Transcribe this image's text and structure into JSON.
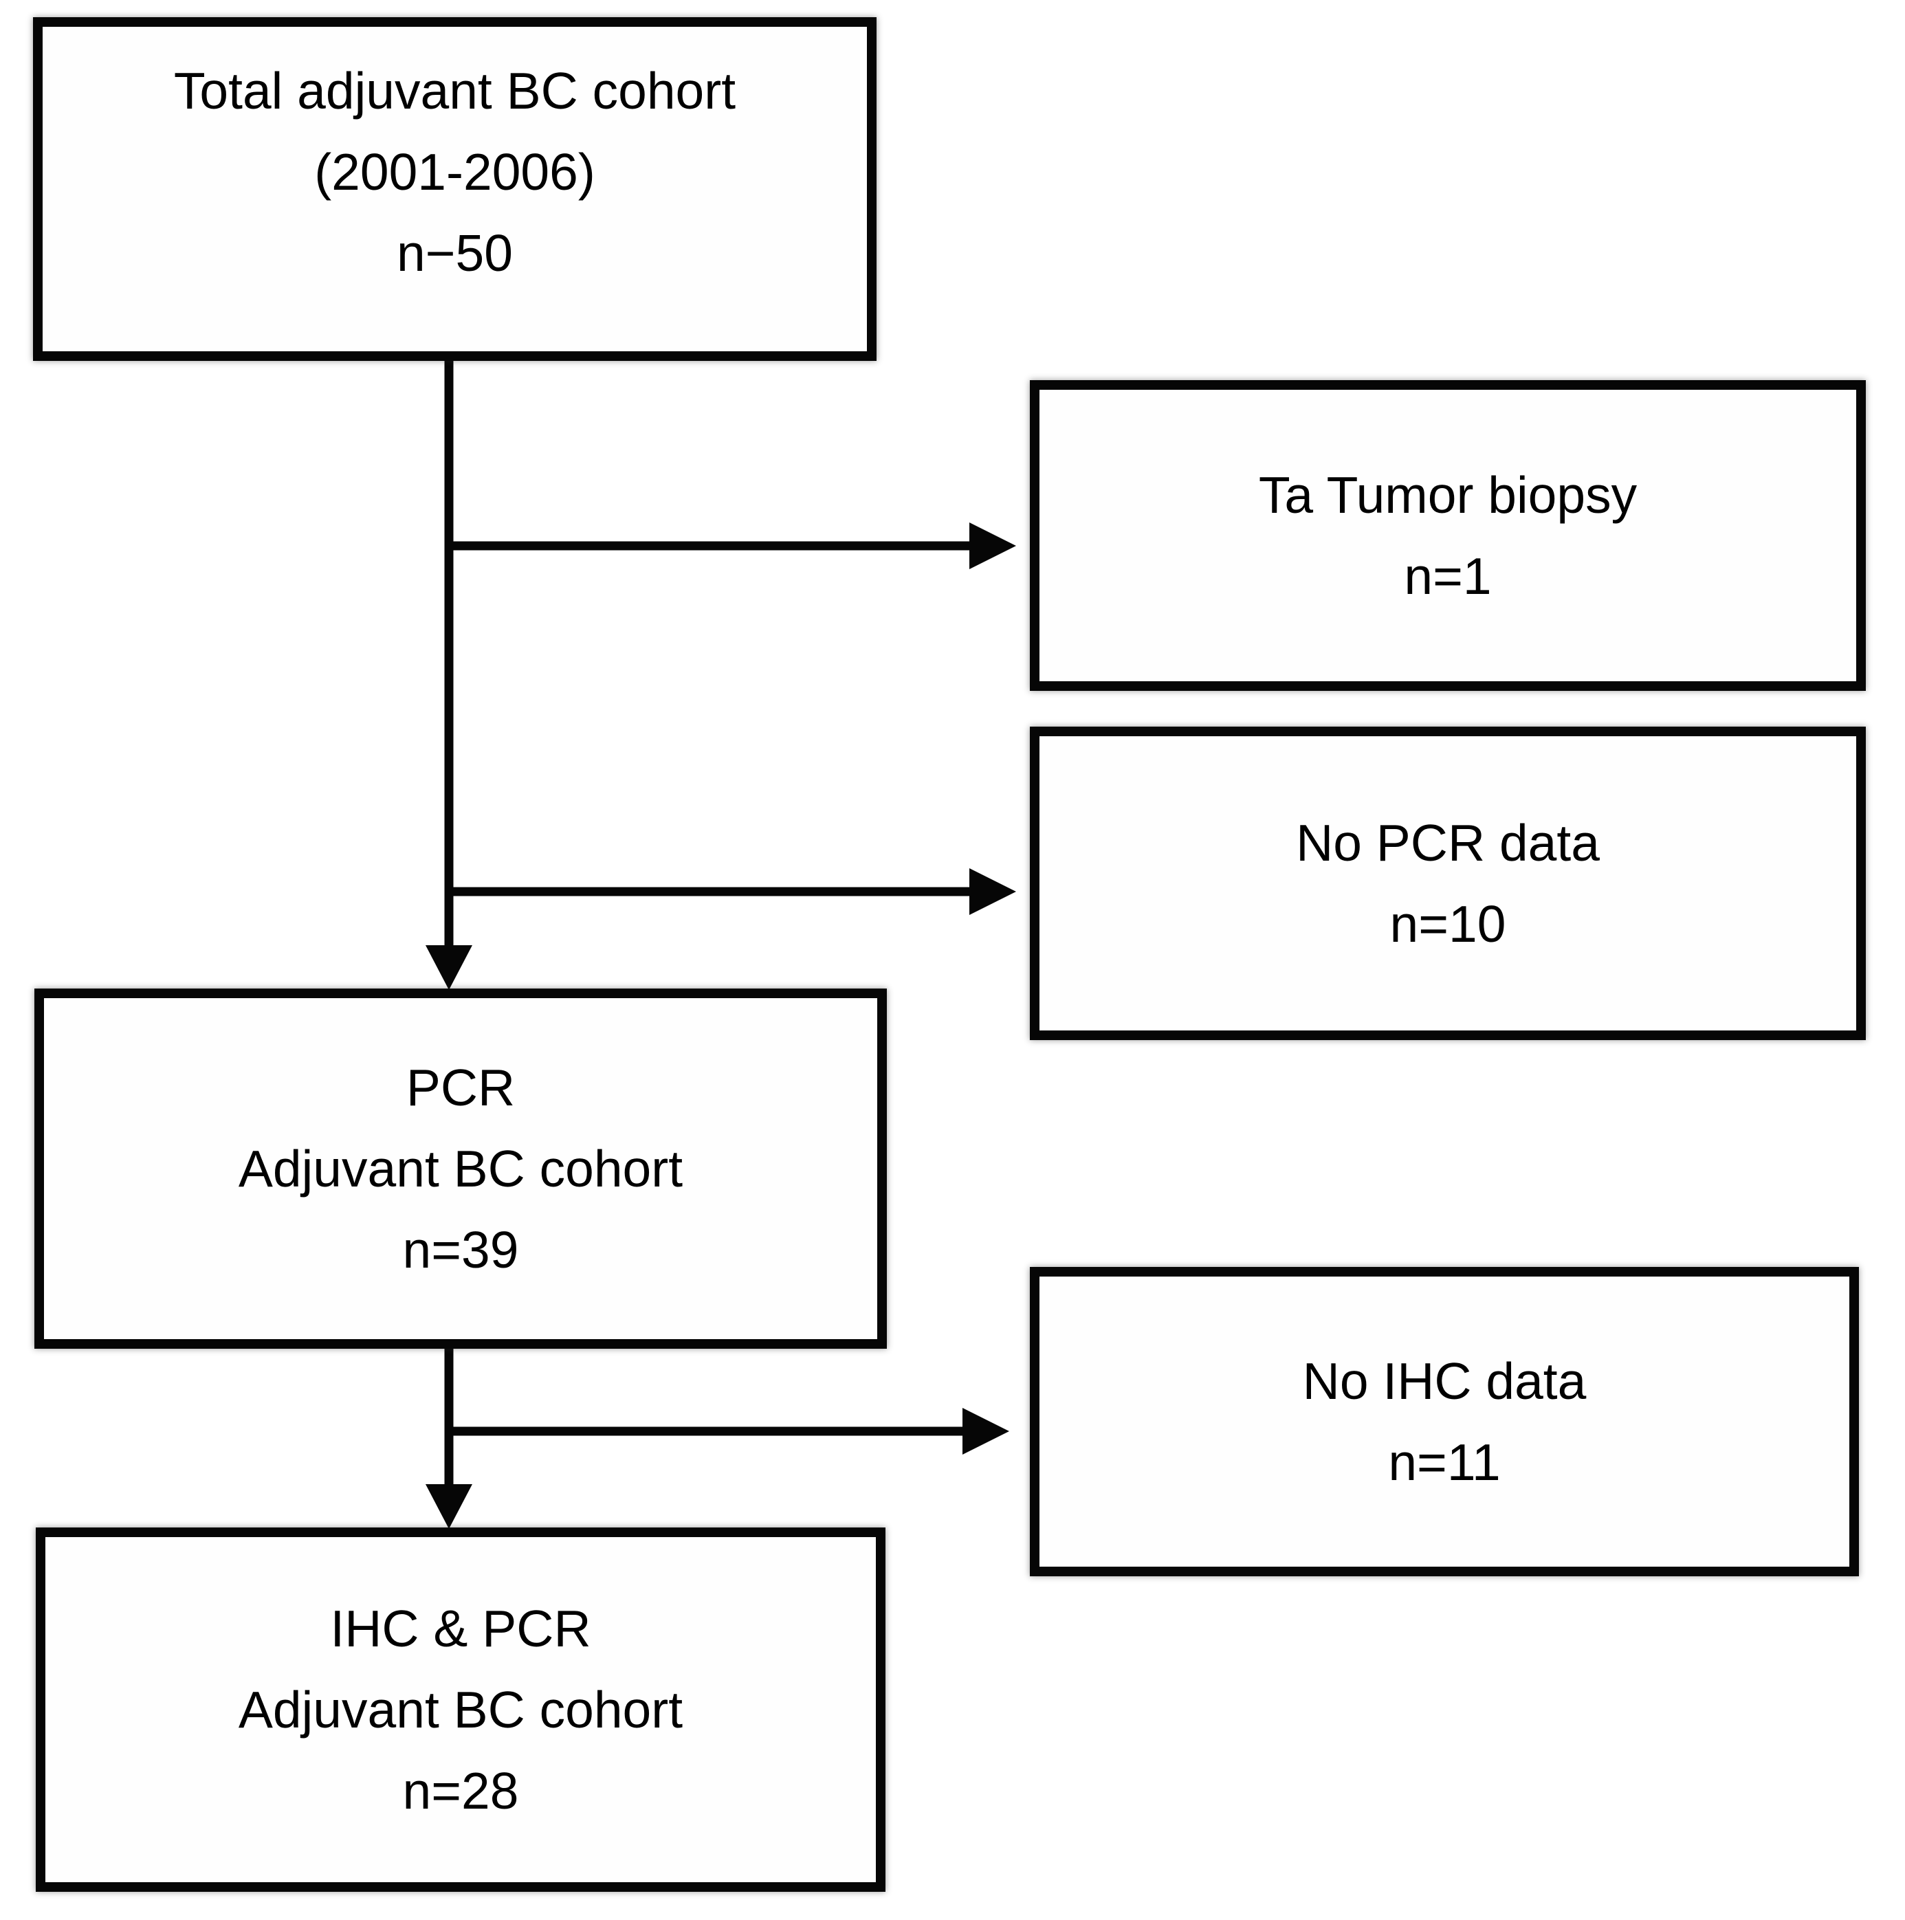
{
  "figure": {
    "type": "flowchart",
    "background_color": "#ffffff",
    "line_color": "#000000",
    "text_color": "#000000",
    "nodes": [
      {
        "id": "total-adjuvant-bc-cohort",
        "lines": [
          "Total adjuvant BC cohort",
          "(2001-2006)",
          "n−50"
        ],
        "n": 50
      },
      {
        "id": "ta-tumor-biopsy",
        "lines": [
          "Ta Tumor biopsy",
          "n=1"
        ],
        "n": 1
      },
      {
        "id": "no-pcr-data",
        "lines": [
          "No PCR data",
          "n=10"
        ],
        "n": 10
      },
      {
        "id": "pcr-adjuvant-bc-cohort",
        "lines": [
          "PCR",
          "Adjuvant BC cohort",
          "n=39"
        ],
        "n": 39
      },
      {
        "id": "no-ihc-data",
        "lines": [
          "No IHC data",
          "n=11"
        ],
        "n": 11
      },
      {
        "id": "ihc-pcr-adjuvant-bc-cohort",
        "lines": [
          "IHC & PCR",
          "Adjuvant BC cohort",
          "n=28"
        ],
        "n": 28
      }
    ],
    "edges": [
      {
        "from": "total-adjuvant-bc-cohort",
        "to": "ta-tumor-biopsy"
      },
      {
        "from": "total-adjuvant-bc-cohort",
        "to": "no-pcr-data"
      },
      {
        "from": "total-adjuvant-bc-cohort",
        "to": "pcr-adjuvant-bc-cohort"
      },
      {
        "from": "pcr-adjuvant-bc-cohort",
        "to": "no-ihc-data"
      },
      {
        "from": "pcr-adjuvant-bc-cohort",
        "to": "ihc-pcr-adjuvant-bc-cohort"
      }
    ]
  }
}
